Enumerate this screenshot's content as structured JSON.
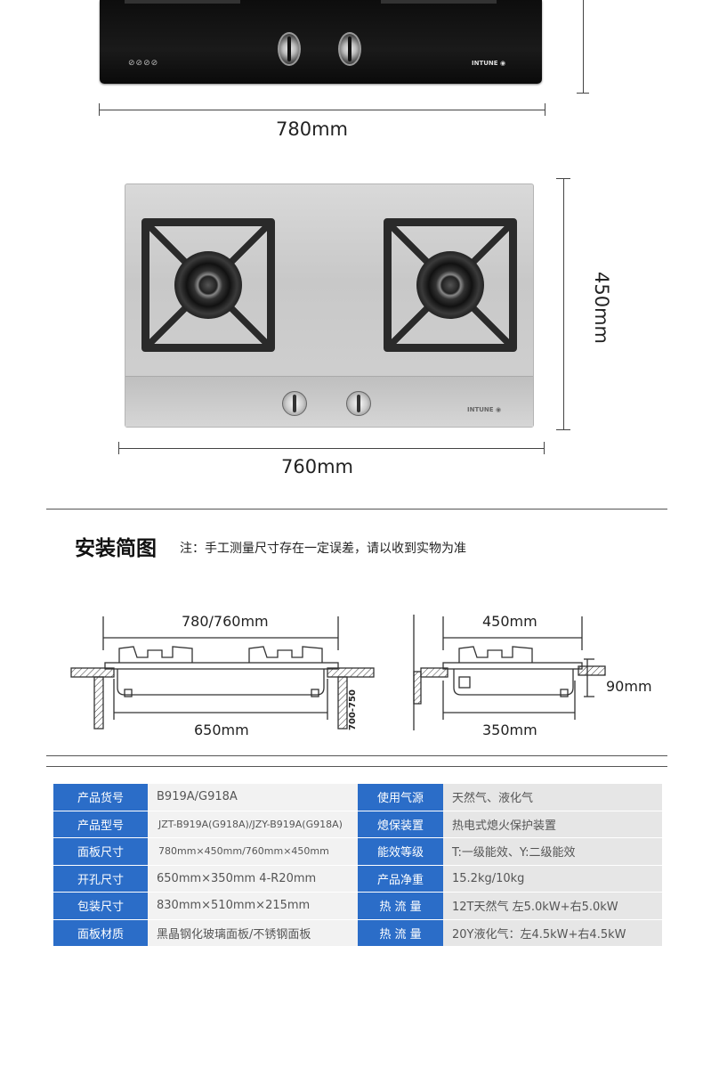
{
  "brand_logo_text": "INTUNE",
  "top_dimension": "780mm",
  "steel_width_dimension": "760mm",
  "steel_height_dimension": "450mm",
  "install": {
    "title": "安装简图",
    "note": "注：手工测量尺寸存在一定误差，请以收到实物为准"
  },
  "diagram": {
    "left_width": "780/760mm",
    "left_cutout": "650mm",
    "left_depth": "700-750",
    "right_width": "450mm",
    "right_cutout": "350mm",
    "right_height": "90mm"
  },
  "specs": [
    {
      "k1": "产品货号",
      "v1": "B919A/G918A",
      "k2": "使用气源",
      "v2": "天然气、液化气"
    },
    {
      "k1": "产品型号",
      "v1": "JZT-B919A(G918A)/JZY-B919A(G918A)",
      "k2": "熄保装置",
      "v2": "热电式熄火保护装置"
    },
    {
      "k1": "面板尺寸",
      "v1": "780mm×450mm/760mm×450mm",
      "k2": "能效等级",
      "v2": "T:一级能效、Y:二级能效"
    },
    {
      "k1": "开孔尺寸",
      "v1": "650mm×350mm 4-R20mm",
      "k2": "产品净重",
      "v2": "15.2kg/10kg"
    },
    {
      "k1": "包装尺寸",
      "v1": "830mm×510mm×215mm",
      "k2": "热 流 量",
      "v2": "12T天然气 左5.0kW+右5.0kW"
    },
    {
      "k1": "面板材质",
      "v1": "黑晶钢化玻璃面板/不锈钢面板",
      "k2": "热 流 量",
      "v2": "20Y液化气：左4.5kW+右4.5kW"
    }
  ]
}
